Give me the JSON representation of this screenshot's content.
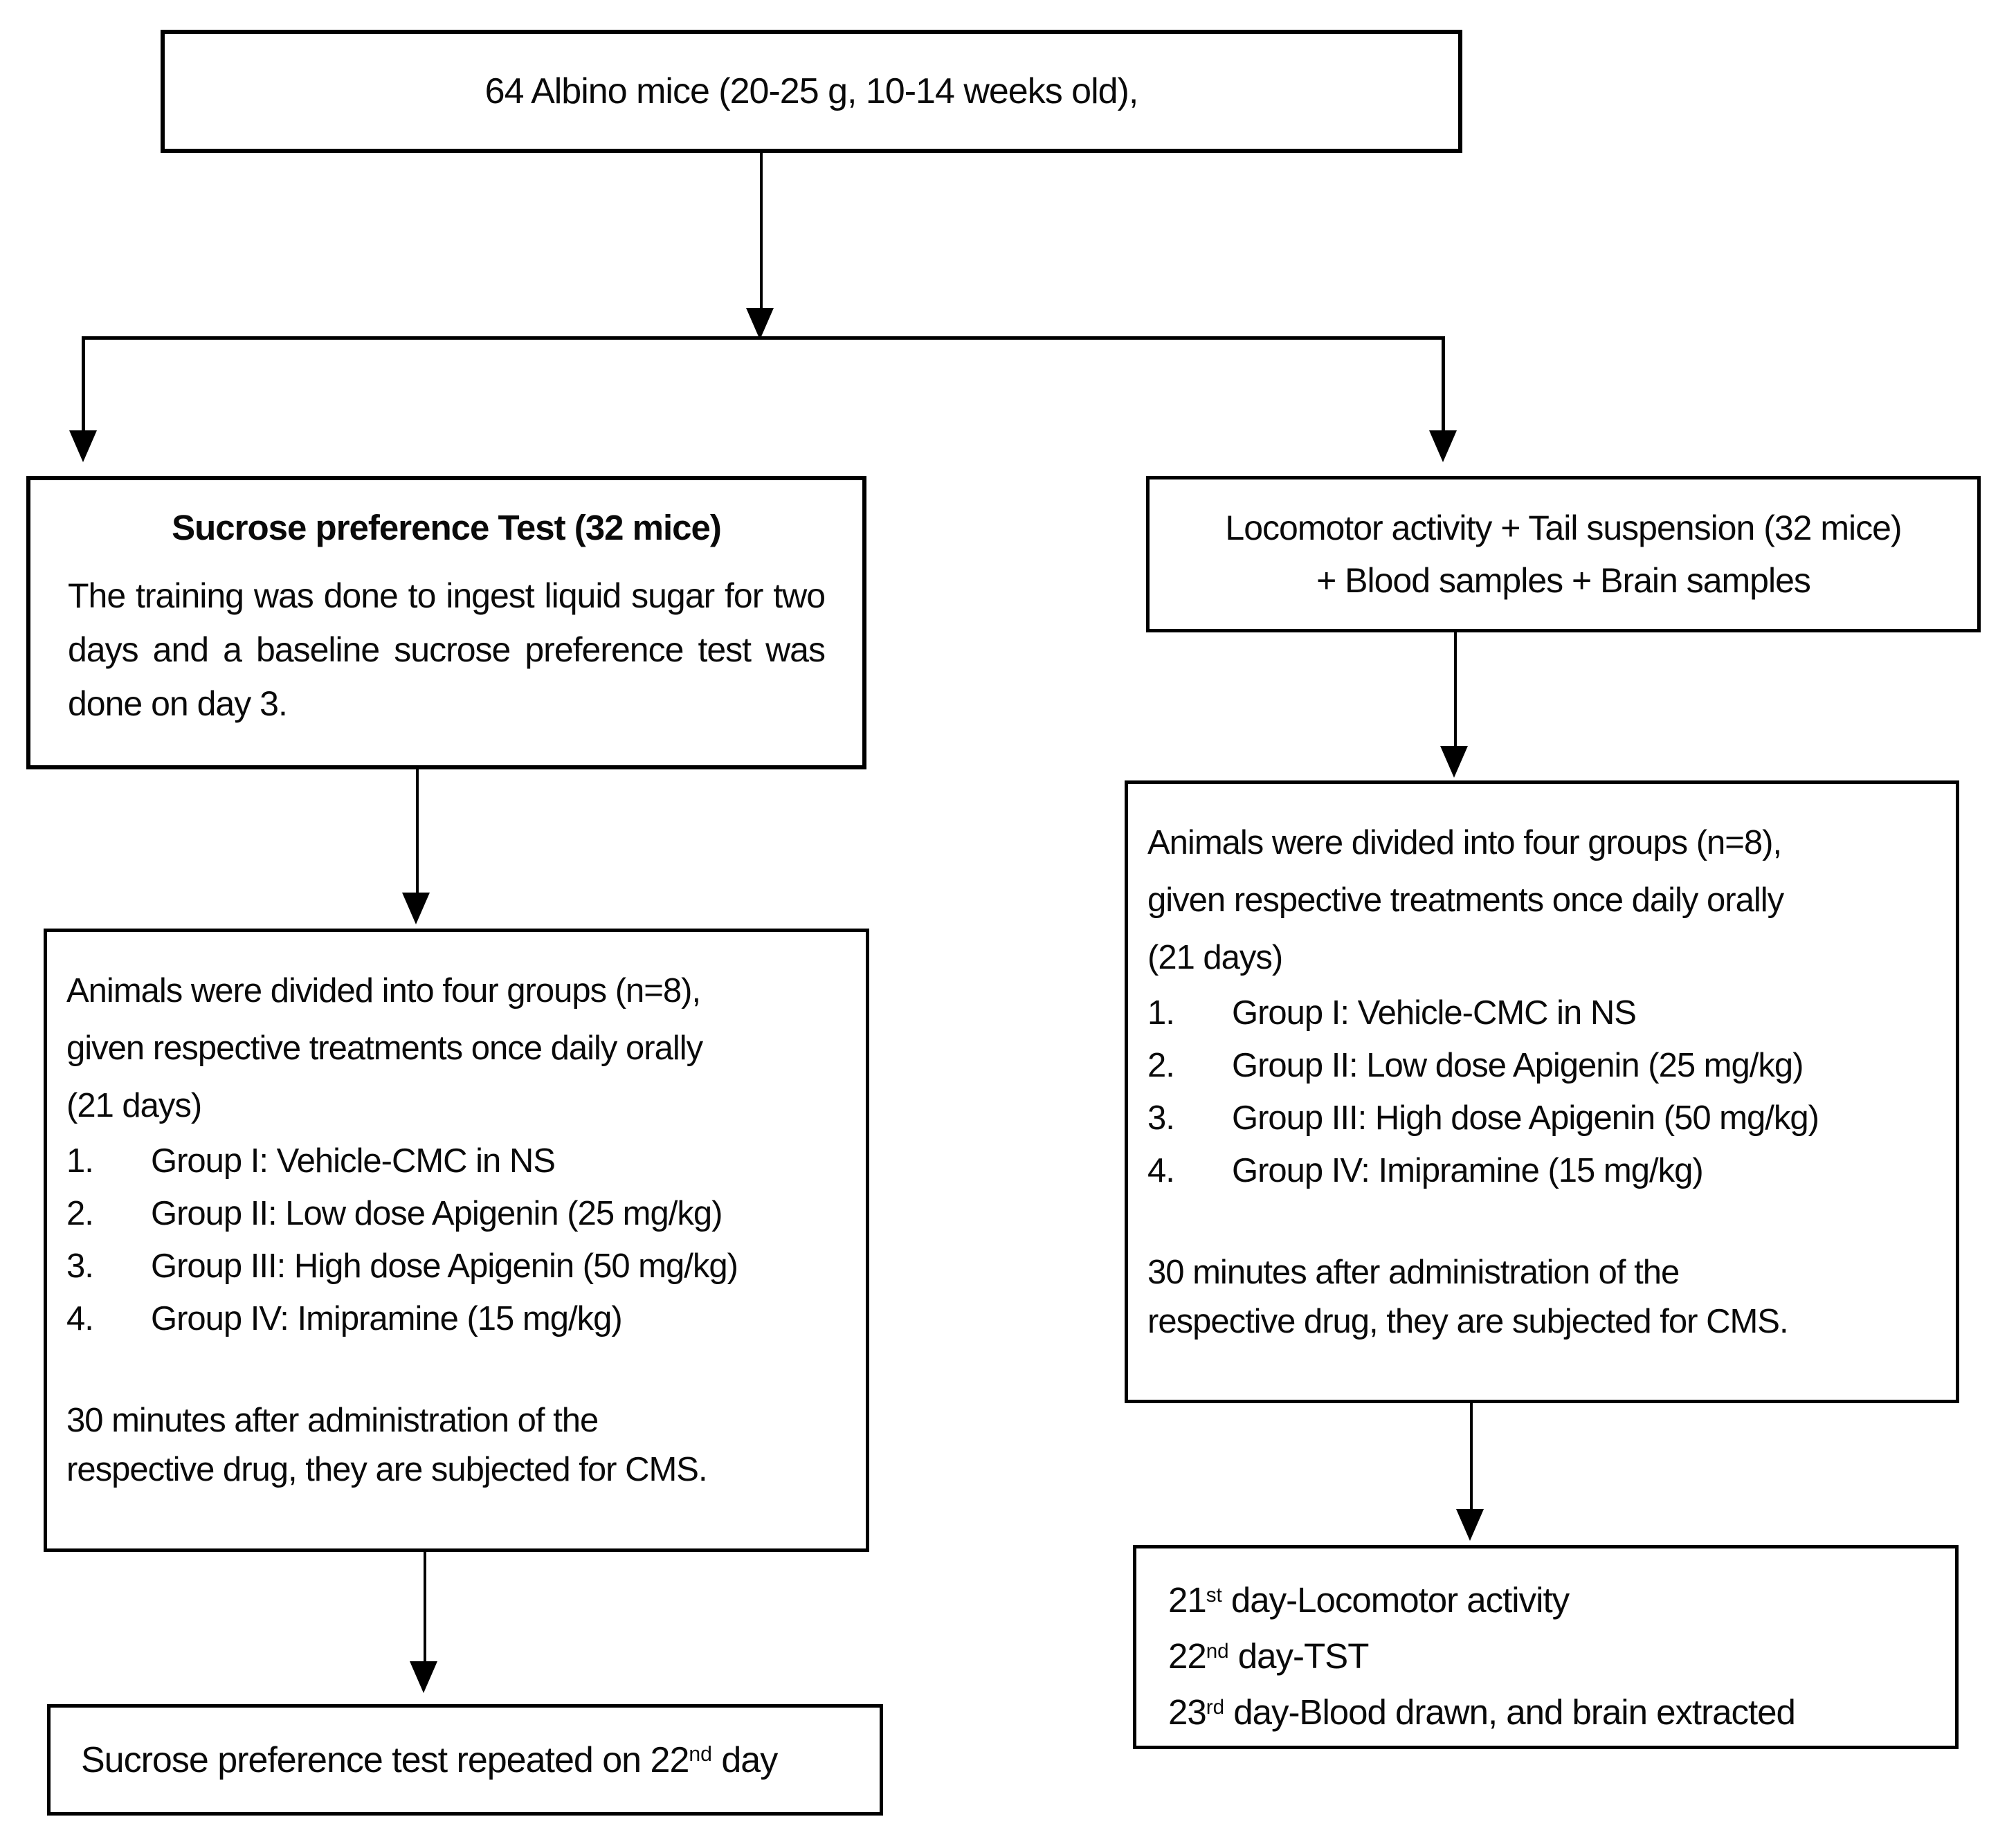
{
  "diagram": {
    "colors": {
      "line": "#000000",
      "background": "#ffffff",
      "text": "#0a0a0a"
    },
    "top_box": {
      "text": "64 Albino mice (20-25 g, 10-14 weeks old),"
    },
    "left_branch": {
      "test_box": {
        "title": "Sucrose preference Test (32 mice)",
        "body": "The training was done to ingest liquid sugar for two days and a baseline sucrose preference test was done on day 3."
      },
      "final_box": {
        "prefix": "Sucrose preference test repeated on 22",
        "sup": "nd",
        "suffix": " day"
      }
    },
    "right_branch": {
      "test_box": {
        "line1": "Locomotor activity + Tail suspension (32 mice)",
        "line2": "+ Blood samples + Brain samples"
      },
      "final_box": {
        "lines": [
          {
            "num": "21",
            "sup": "st",
            "rest": " day-Locomotor activity"
          },
          {
            "num": "22",
            "sup": "nd",
            "rest": " day-TST"
          },
          {
            "num": "23",
            "sup": "rd",
            "rest": " day-Blood drawn, and brain extracted"
          }
        ]
      }
    },
    "treatment": {
      "intro": [
        "Animals were divided into four groups (n=8),",
        "given respective treatments once daily orally",
        "(21 days)"
      ],
      "items": [
        {
          "num": "1.",
          "text": "Group I: Vehicle-CMC in NS"
        },
        {
          "num": "2.",
          "text": "Group II: Low dose Apigenin (25 mg/kg)"
        },
        {
          "num": "3.",
          "text": "Group III: High dose Apigenin (50 mg/kg)"
        },
        {
          "num": "4.",
          "text": "Group IV: Imipramine (15 mg/kg)"
        }
      ],
      "footer": [
        "30 minutes after administration of the",
        "respective drug, they are subjected for CMS."
      ]
    }
  }
}
